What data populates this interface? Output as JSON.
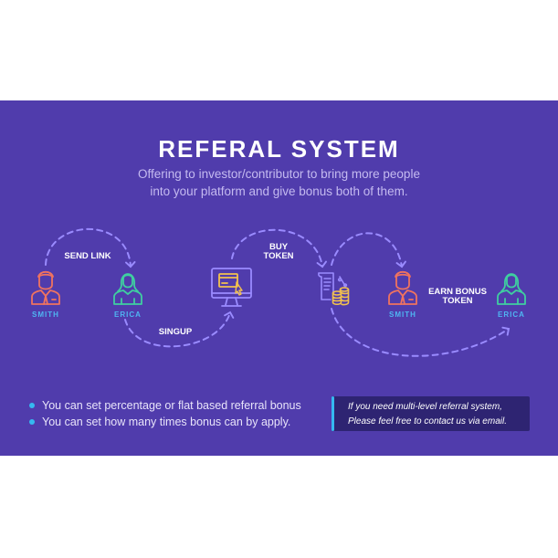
{
  "header": {
    "title": "REFERAL SYSTEM",
    "subtitle_line1": "Offering to investor/contributor to bring more people",
    "subtitle_line2": "into your platform and give bonus both of them."
  },
  "diagram": {
    "nodes": [
      {
        "name": "SMITH",
        "icon": "man-avatar-icon",
        "color": "#f0735f"
      },
      {
        "name": "ERICA",
        "icon": "woman-avatar-icon",
        "color": "#3fcfa0"
      },
      {
        "name": "",
        "icon": "computer-payment-icon",
        "color": "#9a8bff"
      },
      {
        "name": "",
        "icon": "invoice-coins-icon",
        "color": "#9a8bff"
      },
      {
        "name": "SMITH",
        "icon": "man-avatar-icon",
        "color": "#f0735f"
      },
      {
        "name": "ERICA",
        "icon": "woman-avatar-icon",
        "color": "#3fcfa0"
      }
    ],
    "steps": {
      "send_link": "SEND LINK",
      "signup": "SINGUP",
      "buy_token_1": "BUY",
      "buy_token_2": "TOKEN",
      "earn_bonus_1": "EARN BONUS",
      "earn_bonus_2": "TOKEN"
    }
  },
  "features": [
    "You can set percentage or flat based referral bonus",
    "You can set how many times bonus can by apply."
  ],
  "note": {
    "line1": "If you need multi-level referral system,",
    "line2": "Please feel free to contact us via email."
  },
  "colors": {
    "background": "#503cac",
    "accent": "#35b9f0",
    "arrow": "#9a8bff",
    "gold": "#f2c14e"
  }
}
